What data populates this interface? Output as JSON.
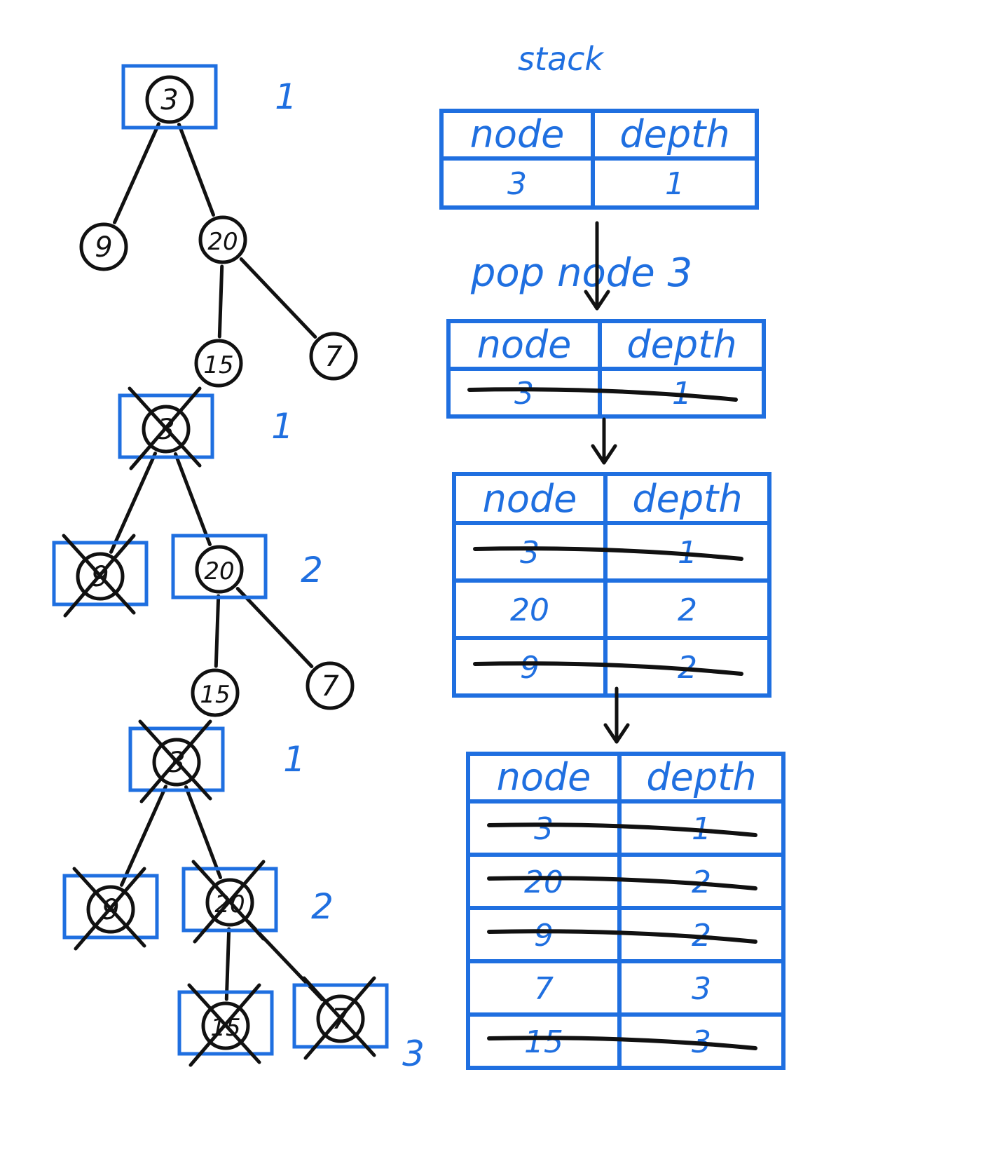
{
  "colors": {
    "ink": "#111111",
    "blue": "#1f6fe0"
  },
  "trees": [
    {
      "nodes": [
        {
          "id": "3",
          "label": "3",
          "boxed": true,
          "crossed": false
        },
        {
          "id": "9",
          "label": "9",
          "boxed": false,
          "crossed": false
        },
        {
          "id": "20",
          "label": "20",
          "boxed": false,
          "crossed": false
        },
        {
          "id": "15",
          "label": "15",
          "boxed": false,
          "crossed": false
        },
        {
          "id": "7",
          "label": "7",
          "boxed": false,
          "crossed": false
        }
      ],
      "level_labels": [
        "1"
      ]
    },
    {
      "nodes": [
        {
          "id": "3",
          "label": "3",
          "boxed": true,
          "crossed": true
        },
        {
          "id": "9",
          "label": "9",
          "boxed": true,
          "crossed": true
        },
        {
          "id": "20",
          "label": "20",
          "boxed": true,
          "crossed": false
        },
        {
          "id": "15",
          "label": "15",
          "boxed": false,
          "crossed": false
        },
        {
          "id": "7",
          "label": "7",
          "boxed": false,
          "crossed": false
        }
      ],
      "level_labels": [
        "1",
        "2"
      ]
    },
    {
      "nodes": [
        {
          "id": "3",
          "label": "3",
          "boxed": true,
          "crossed": true
        },
        {
          "id": "9",
          "label": "9",
          "boxed": true,
          "crossed": true
        },
        {
          "id": "20",
          "label": "20",
          "boxed": true,
          "crossed": true
        },
        {
          "id": "15",
          "label": "15",
          "boxed": true,
          "crossed": true
        },
        {
          "id": "7",
          "label": "7",
          "boxed": true,
          "crossed": true
        }
      ],
      "level_labels": [
        "1",
        "2",
        "3"
      ]
    }
  ],
  "stack_title": "stack",
  "pop_label": "pop node 3",
  "tables": [
    {
      "headers": [
        "node",
        "depth"
      ],
      "rows": [
        {
          "node": "3",
          "depth": "1",
          "struck": false
        }
      ]
    },
    {
      "headers": [
        "node",
        "depth"
      ],
      "rows": [
        {
          "node": "3",
          "depth": "1",
          "struck": true
        }
      ]
    },
    {
      "headers": [
        "node",
        "depth"
      ],
      "rows": [
        {
          "node": "3",
          "depth": "1",
          "struck": true
        },
        {
          "node": "20",
          "depth": "2",
          "struck": false
        },
        {
          "node": "9",
          "depth": "2",
          "struck": true
        }
      ]
    },
    {
      "headers": [
        "node",
        "depth"
      ],
      "rows": [
        {
          "node": "3",
          "depth": "1",
          "struck": true
        },
        {
          "node": "20",
          "depth": "2",
          "struck": true
        },
        {
          "node": "9",
          "depth": "2",
          "struck": true
        },
        {
          "node": "7",
          "depth": "3",
          "struck": false
        },
        {
          "node": "15",
          "depth": "3",
          "struck": true
        }
      ]
    }
  ]
}
